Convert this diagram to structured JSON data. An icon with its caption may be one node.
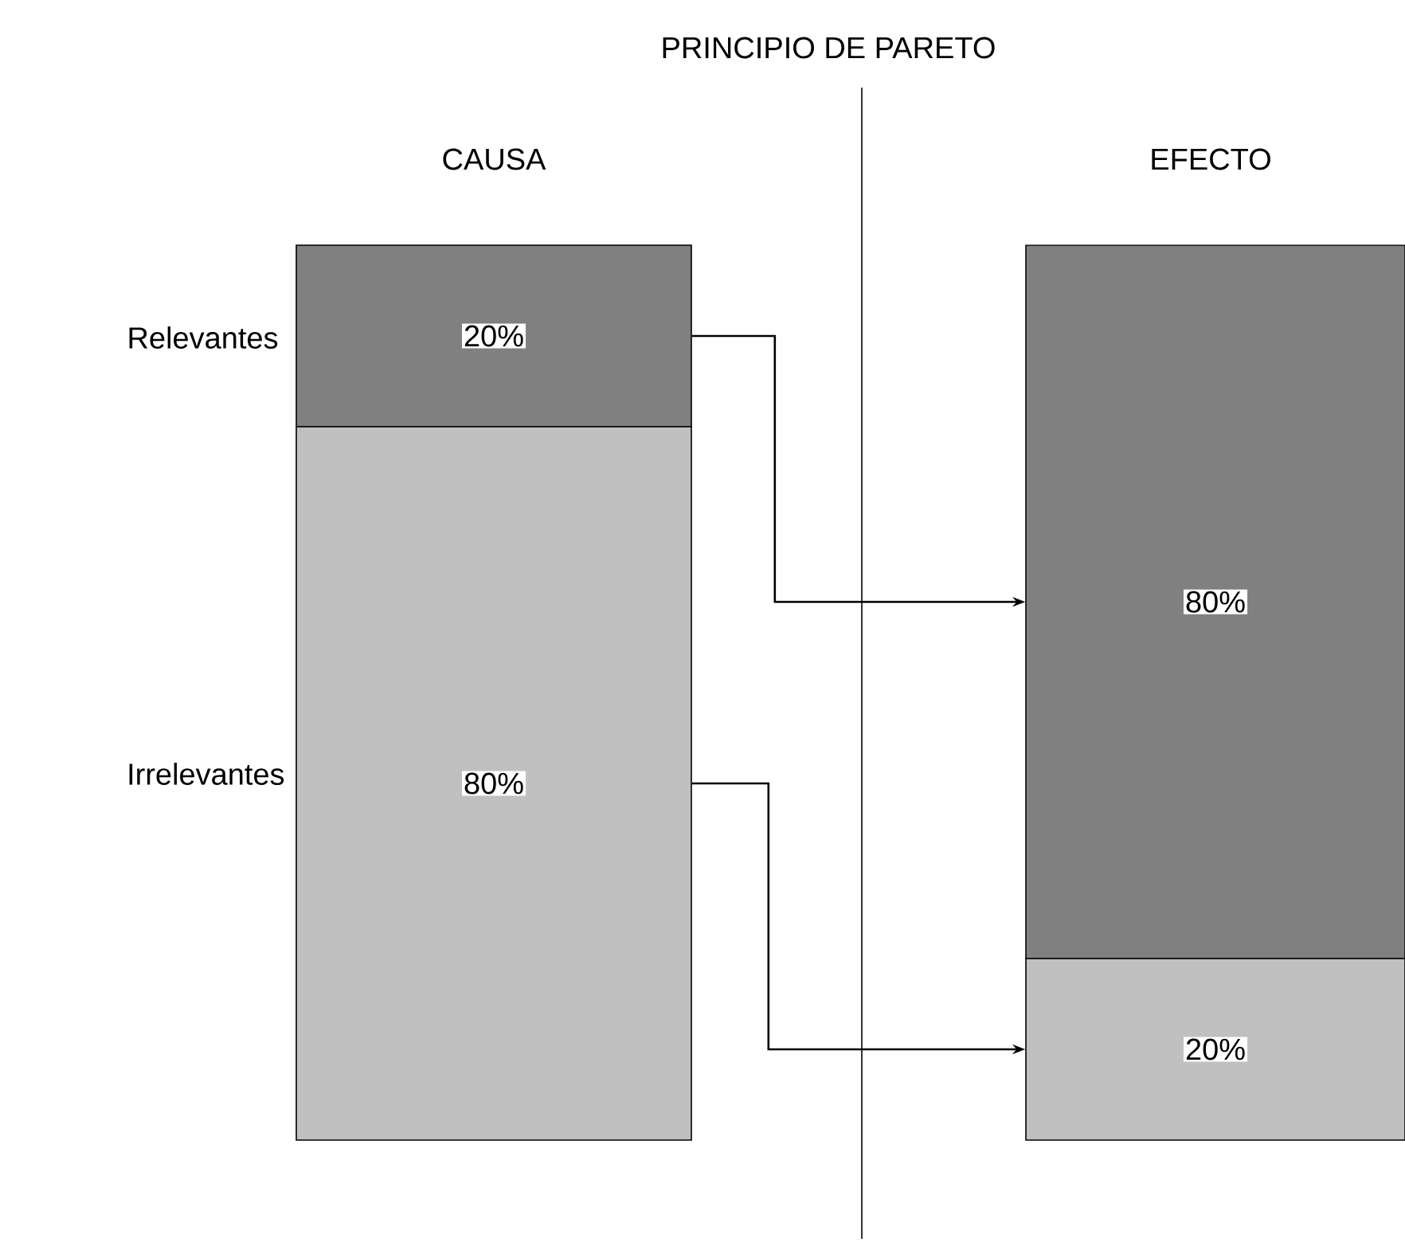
{
  "diagram": {
    "title": "PRINCIPIO DE PARETO",
    "nodes": [
      {
        "text": [
          "20%"
        ],
        "beside": [
          "Relevantes"
        ]
      },
      {
        "text": [
          "80%"
        ],
        "beside": [
          "Irrelevantes"
        ]
      },
      {
        "text": [
          "80%"
        ]
      },
      {
        "text": [
          "20%"
        ]
      }
    ],
    "edges": [
      {
        "from": 0,
        "to": 2,
        "arrow": "to"
      },
      {
        "from": 1,
        "to": 3,
        "arrow": "to"
      }
    ],
    "labels": [
      "CAUSA",
      "EFECTO"
    ]
  }
}
